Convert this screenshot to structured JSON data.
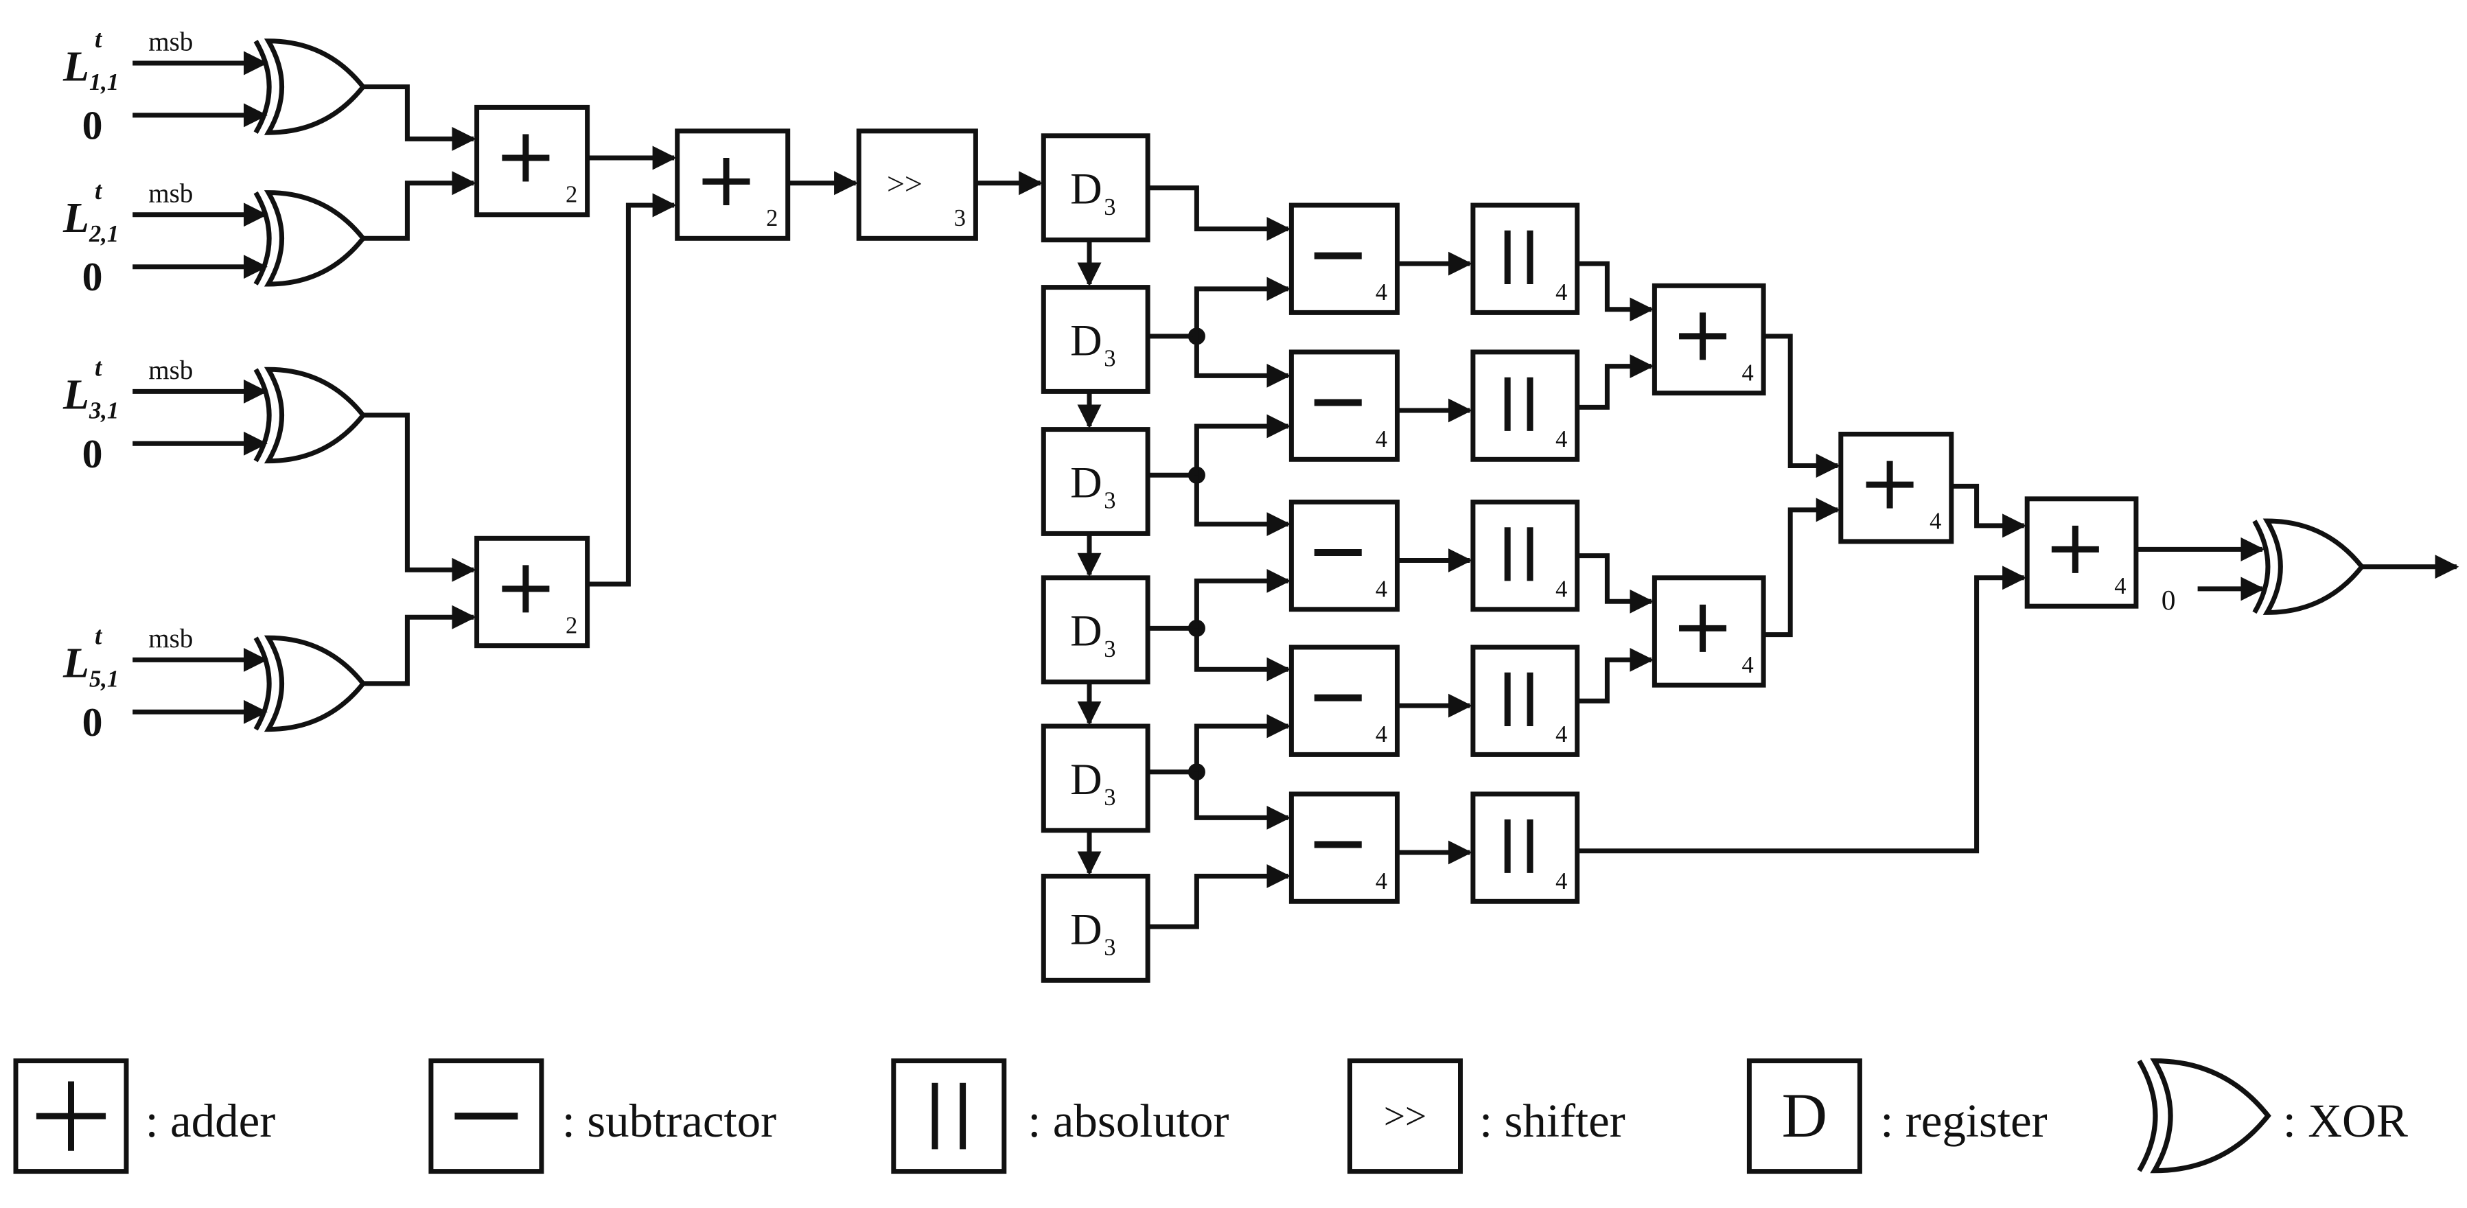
{
  "inputs": [
    {
      "base": "L",
      "sub": "1,1",
      "sup": "t",
      "tag": "msb",
      "zero": "0"
    },
    {
      "base": "L",
      "sub": "2,1",
      "sup": "t",
      "tag": "msb",
      "zero": "0"
    },
    {
      "base": "L",
      "sub": "3,1",
      "sup": "t",
      "tag": "msb",
      "zero": "0"
    },
    {
      "base": "L",
      "sub": "5,1",
      "sup": "t",
      "tag": "msb",
      "zero": "0"
    }
  ],
  "block_subscripts": {
    "adder_stage1": "2",
    "adder_stage2": "2",
    "shifter": "3",
    "register": "3",
    "subtractor": "4",
    "absolutor": "4",
    "adder_tree": "4"
  },
  "shifter_symbol": ">>",
  "register_symbol": "D",
  "final_xor_zero": "0",
  "legend": [
    {
      "symbol": "adder",
      "label": ": adder"
    },
    {
      "symbol": "subtractor",
      "label": ": subtractor"
    },
    {
      "symbol": "absolutor",
      "label": ": absolutor"
    },
    {
      "symbol": "shifter",
      "label": ": shifter",
      "glyph": ">>"
    },
    {
      "symbol": "register",
      "label": ": register",
      "glyph": "D"
    },
    {
      "symbol": "xor",
      "label": ": XOR"
    }
  ]
}
